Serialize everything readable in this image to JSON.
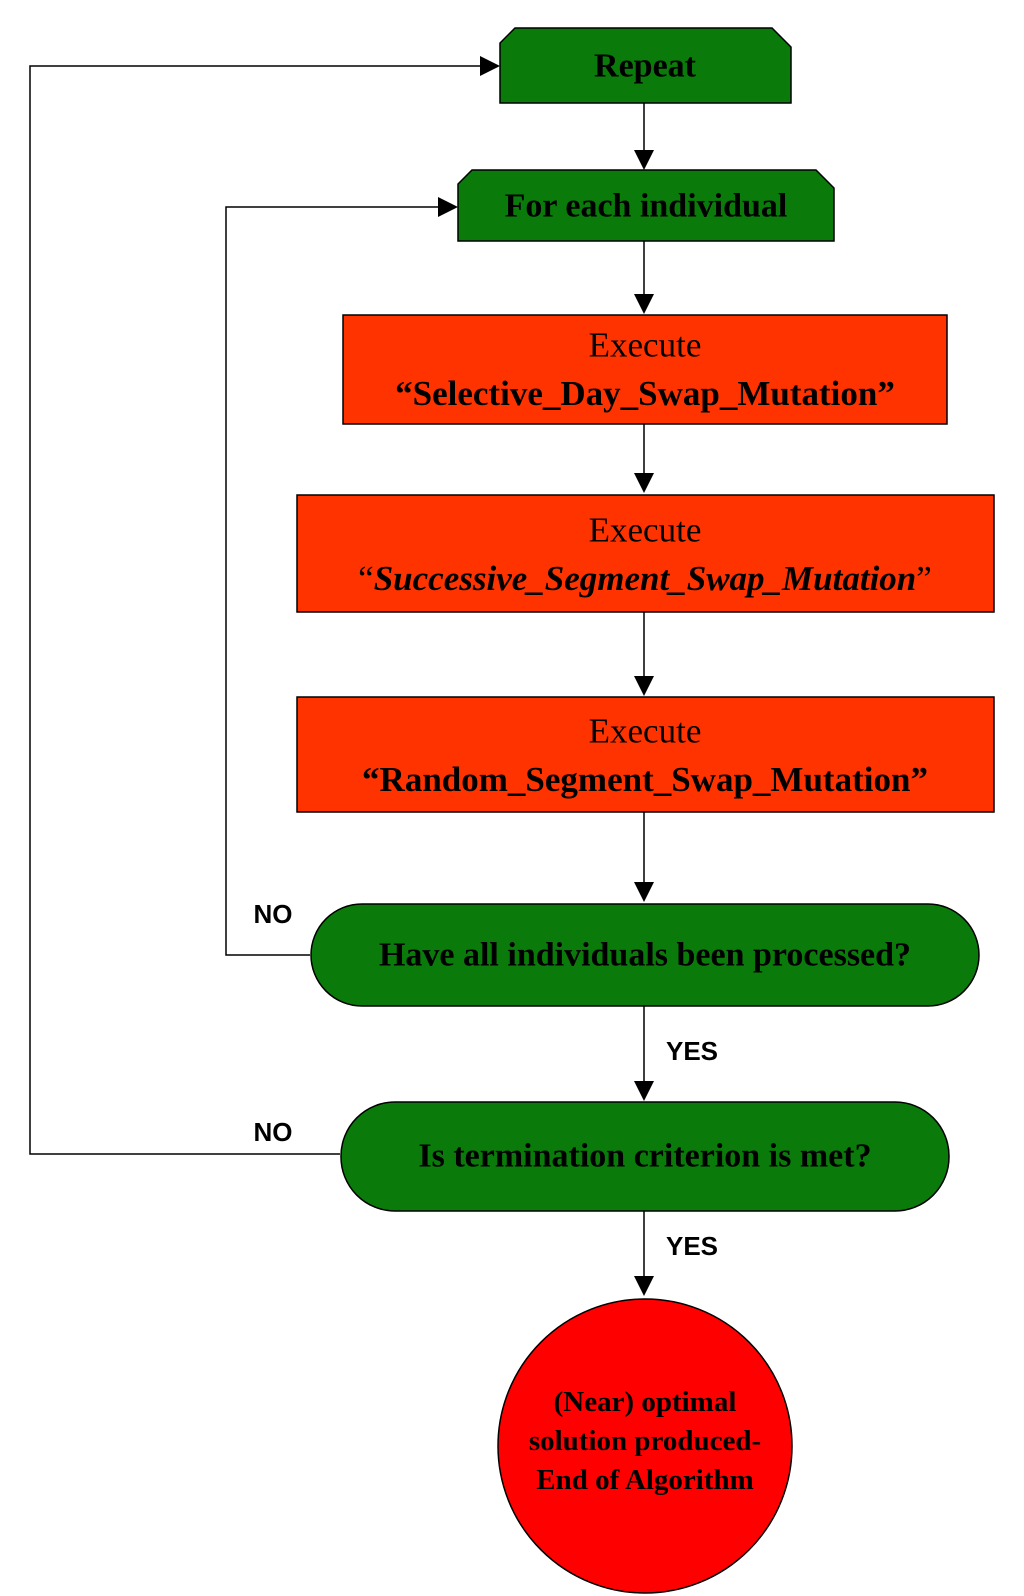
{
  "nodes": {
    "repeat": {
      "label": "Repeat"
    },
    "for_each": {
      "label": "For each individual"
    },
    "step1": {
      "line1": "Execute",
      "open_quote": "“",
      "name": "Selective_Day_Swap_Mutation",
      "close_quote": "”"
    },
    "step2": {
      "line1": "Execute",
      "open_quote": "“",
      "name": "Successive_Segment_Swap_Mutation",
      "close_quote": "”"
    },
    "step3": {
      "line1": "Execute",
      "open_quote": "“",
      "name": "Random_Segment_Swap_Mutation",
      "close_quote": "”"
    },
    "decision1": {
      "label": "Have all individuals been processed?"
    },
    "decision2": {
      "label": "Is termination criterion is met?"
    },
    "end": {
      "line1": "(Near) optimal",
      "line2": "solution produced-",
      "line3": "End of Algorithm"
    }
  },
  "edge_labels": {
    "d1_no": "NO",
    "d1_yes": "YES",
    "d2_no": "NO",
    "d2_yes": "YES"
  },
  "colors": {
    "green": "#0a7a0a",
    "orange_red": "#ff3300",
    "red": "#ff0000"
  }
}
